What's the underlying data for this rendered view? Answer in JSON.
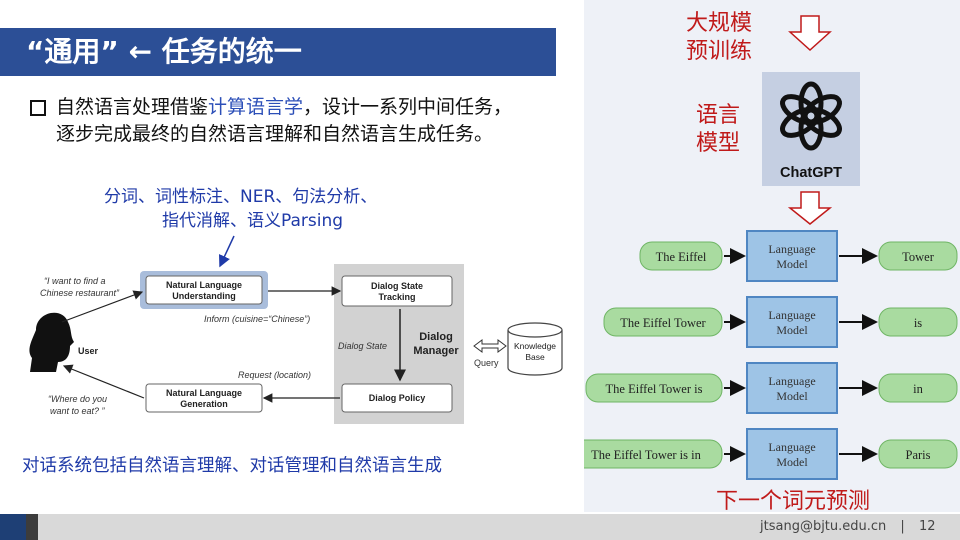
{
  "title": {
    "text": "“通用” ← 任务的统一"
  },
  "bullet": {
    "line1_pre": "自然语言处理借鉴",
    "line1_hl": "计算语言学",
    "line1_post": "，设计一系列中间任务，",
    "line2": "逐步完成最终的自然语言理解和自然语言生成任务。"
  },
  "tasks_note": {
    "line1": "分词、词性标注、NER、句法分析、",
    "line2": "指代消解、语义Parsing"
  },
  "dialog": {
    "user_label": "User",
    "quote_top_1": "“I want to find a",
    "quote_top_2": "Chinese restaurant”",
    "quote_bottom_1": "“Where do you",
    "quote_bottom_2": "want to eat? ”",
    "nlu_1": "Natural Language",
    "nlu_2": "Understanding",
    "nlg_1": "Natural Language",
    "nlg_2": "Generation",
    "dst_1": "Dialog State",
    "dst_2": "Tracking",
    "policy": "Dialog Policy",
    "dm_1": "Dialog",
    "dm_2": "Manager",
    "dialog_state": "Dialog State",
    "inform": "Inform (cuisine=“Chinese”)",
    "request": "Request (location)",
    "query": "Query",
    "kb_1": "Knowledge",
    "kb_2": "Base"
  },
  "caption": "对话系统包括自然语言理解、对话管理和自然语言生成",
  "right": {
    "pretrain_1": "大规模",
    "pretrain_2": "预训练",
    "lm_1": "语言",
    "lm_2": "模型",
    "chatgpt": "ChatGPT",
    "next_token": "下一个词元预测",
    "rows": [
      {
        "input": "The Eiffel",
        "model_1": "Language",
        "model_2": "Model",
        "output": "Tower"
      },
      {
        "input": "The Eiffel Tower",
        "model_1": "Language",
        "model_2": "Model",
        "output": "is"
      },
      {
        "input": "The Eiffel Tower is",
        "model_1": "Language",
        "model_2": "Model",
        "output": "in"
      },
      {
        "input": "The Eiffel Tower is in",
        "model_1": "Language",
        "model_2": "Model",
        "output": "Paris"
      }
    ]
  },
  "footer": {
    "email": "jtsang@bjtu.edu.cn",
    "sep": "|",
    "page": "12"
  },
  "colors": {
    "title_bar": "#2c4f96",
    "accent_red": "#c01a1a",
    "lm_box": "#9ec4e6",
    "token_box": "#a9dba0"
  }
}
